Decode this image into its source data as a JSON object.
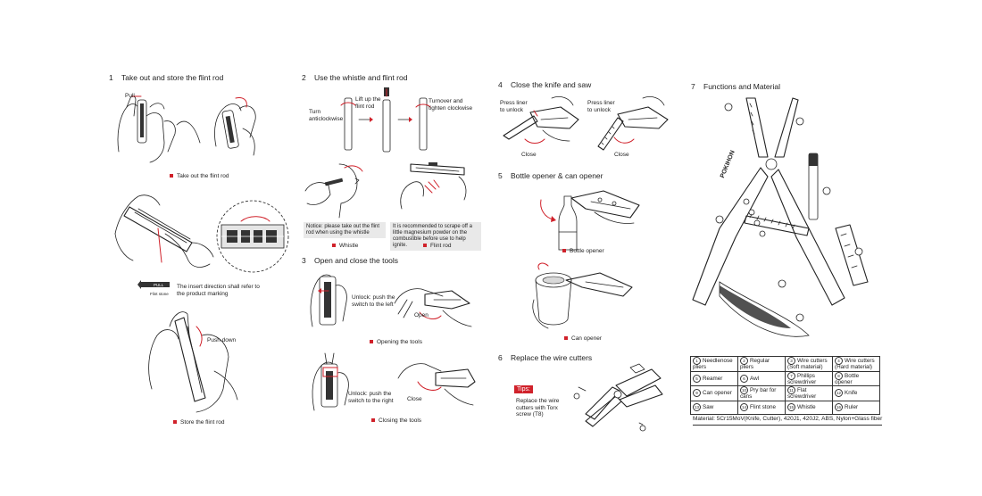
{
  "sections": [
    {
      "num": "1",
      "title": "Take out and store the flint rod"
    },
    {
      "num": "2",
      "title": "Use the whistle and flint rod"
    },
    {
      "num": "3",
      "title": "Open and close the tools"
    },
    {
      "num": "4",
      "title": "Close the knife and saw"
    },
    {
      "num": "5",
      "title": "Bottle opener & can opener"
    },
    {
      "num": "6",
      "title": "Replace the wire cutters"
    },
    {
      "num": "7",
      "title": "Functions and Material"
    }
  ],
  "s1": {
    "pull": "Pull",
    "caption_take": "Take out the flint rod",
    "insert_note": "The insert direction shall refer to the product marking",
    "tag_pull": "PULL",
    "tag_flint": "Flint stone",
    "push_down": "Push down",
    "caption_store": "Store the flint rod"
  },
  "s2": {
    "turn": "Turn anticlockwise",
    "lift": "Lift up the flint rod",
    "turnover": "Turnover and tighten clockwise",
    "notice": "Notice: please take out the flint rod when using the whistle",
    "recommend": "It is recommended to scrape off a little magnesium powder on the combustible before use to help ignite.",
    "cap_whistle": "Whistle",
    "cap_flint": "Flint rod"
  },
  "s3": {
    "unlock_left": "Unlock: push the switch to the left",
    "open": "Open",
    "cap_opening": "Opening the tools",
    "unlock_right": "Unlock: push the switch to the right",
    "close": "Close",
    "cap_closing": "Closing the tools"
  },
  "s4": {
    "press1": "Press liner to unlock",
    "close1": "Close",
    "press2": "Press liner to unlock",
    "close2": "Close"
  },
  "s5": {
    "cap_bottle": "Bottle opener",
    "cap_can": "Can opener"
  },
  "s6": {
    "tips": "Tips:",
    "text": "Replace the wire cutters with Torx screw (T8)"
  },
  "s7": {
    "brand": "POKIHON",
    "functions": [
      [
        "Needlenose pliers",
        "Regular pliers",
        "Wire cutters (Soft material)",
        "Wire cutters (Hard material)"
      ],
      [
        "Reamer",
        "Awl",
        "Phillips screwdriver",
        "Bottle opener"
      ],
      [
        "Can opener",
        "Pry bar for cans",
        "Flat screwdriver",
        "Knife"
      ],
      [
        "Saw",
        "Flint stone",
        "Whistle",
        "Ruler"
      ]
    ],
    "material": "Material:  5Cr15MoV(Knife, Cutter), 420J1, 420J2, ABS, Nylon+Glass fiber"
  }
}
